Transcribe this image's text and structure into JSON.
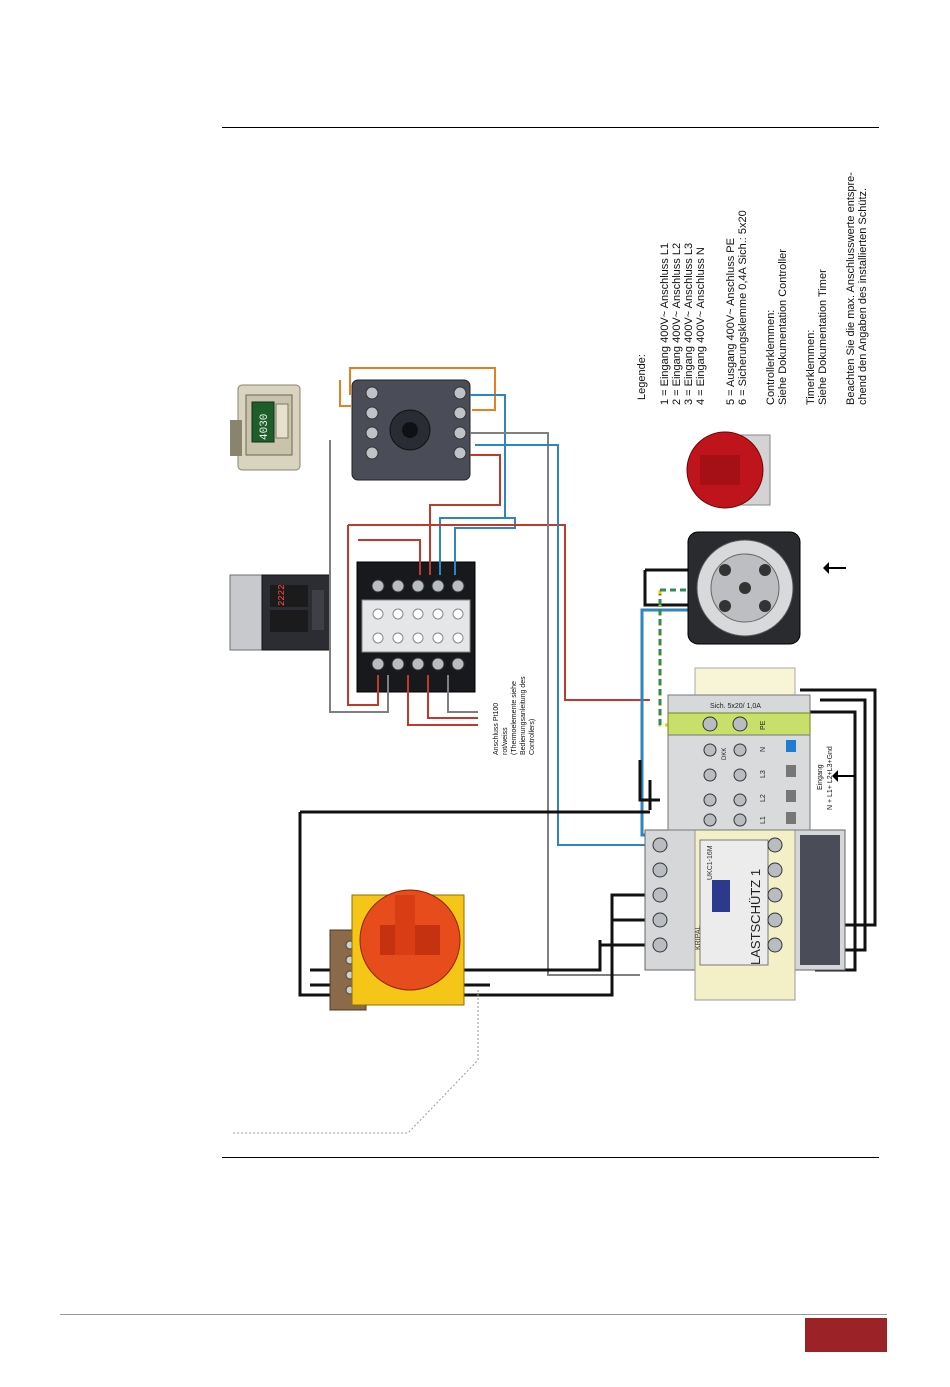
{
  "legend": {
    "title": "Legende:",
    "lines": [
      "1 = Eingang 400V~ Anschluss L1",
      "2 = Eingang 400V~ Anschluss L2",
      "3 = Eingang 400V~ Anschluss L3",
      "4 = Eingang 400V~ Anschluss  N",
      "5 = Ausgang 400V~  Anschluss PE",
      "6 = Sicherungsklemme 0,4A Sich.: 5x20",
      "Controllerklemmen:",
      "Siehe Dokumentation Controller",
      "Timerklemmen:",
      "Siehe Dokumentation Timer",
      "Beachten Sie die max. Anschlusswerte entspre-",
      "chend den Angaben des  installierten Schütz."
    ]
  },
  "labels": {
    "pt100": [
      "Anschluss Pt100",
      "rot/weiss",
      "(Thermoelemente siehe",
      "Bedienungsanleitung des",
      "Controllers)"
    ],
    "fuse": "Sich. 5x20/ 1,0A",
    "eingang": [
      "Eingang",
      "N + L1+ L2+L3+Gnd"
    ],
    "contactor_title": "LASTSCHÜTZ 1",
    "contactor_brand": "KRIPAL",
    "contactor_model": "UKC1-16M",
    "terminal_dkk": "DKK",
    "terminal_n": "N",
    "terminal_l3": "L3",
    "terminal_l2": "L2",
    "terminal_l1": "L1",
    "terminal_pe": "PE",
    "timer_display": "4030",
    "controller_display": "2222"
  },
  "colors": {
    "wire_red": "#c0392b",
    "wire_blue": "#2e86c1",
    "wire_black": "#111111",
    "wire_grey": "#7f7f7f",
    "wire_orange": "#e67e22",
    "wire_green": "#2e8b57",
    "wire_yellow": "#f1c40f",
    "switch_red": "#e74c1c",
    "switch_yellow": "#f5c518",
    "socket_red": "#c0141c",
    "page_mark": "#9b2226"
  }
}
